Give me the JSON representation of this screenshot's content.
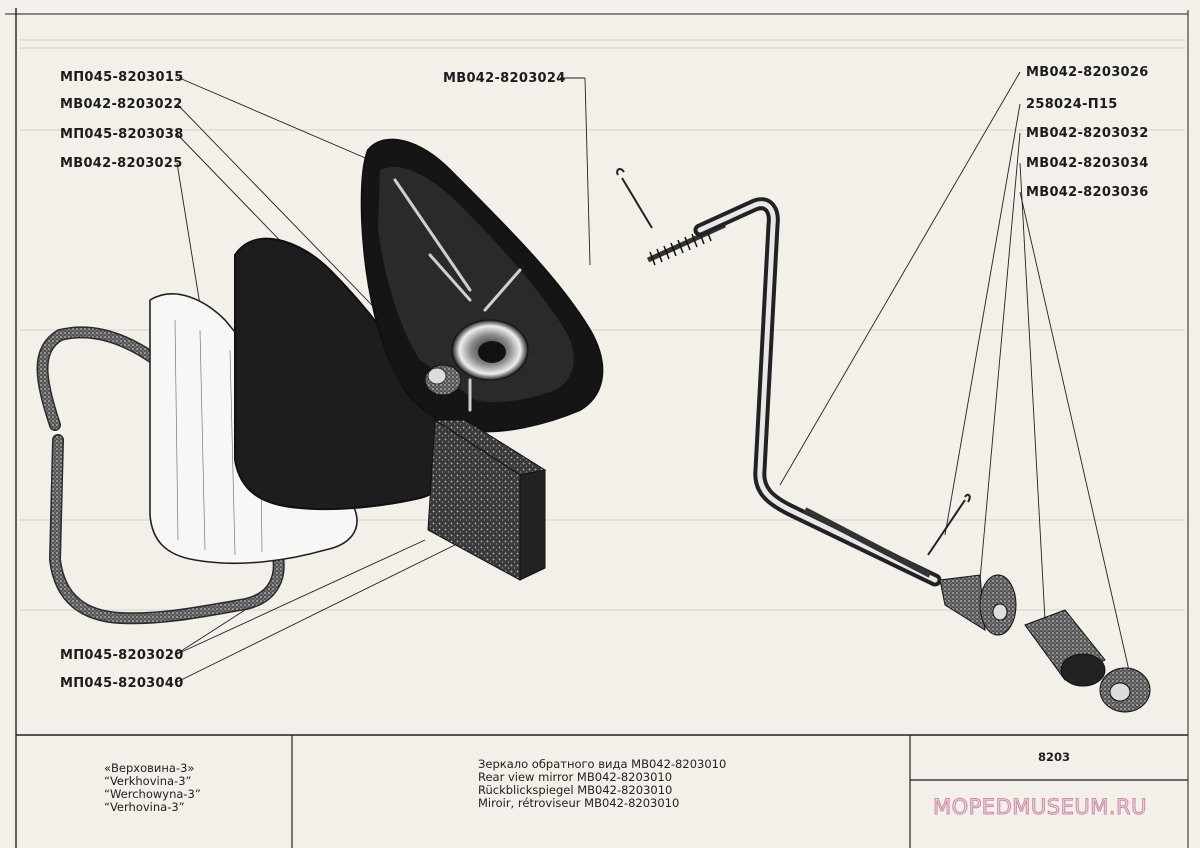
{
  "labels_left": [
    {
      "id": "p1",
      "text": "МП045-8203015"
    },
    {
      "id": "p2",
      "text": "МВ042-8203022"
    },
    {
      "id": "p3",
      "text": "МП045-8203038"
    },
    {
      "id": "p4",
      "text": "МВ042-8203025"
    }
  ],
  "label_top": {
    "id": "p5",
    "text": "МВ042-8203024"
  },
  "labels_right": [
    {
      "id": "p6",
      "text": "МВ042-8203026"
    },
    {
      "id": "p7",
      "text": "258024-П15"
    },
    {
      "id": "p8",
      "text": "МВ042-8203032"
    },
    {
      "id": "p9",
      "text": "МВ042-8203034"
    },
    {
      "id": "p10",
      "text": "МВ042-8203036"
    }
  ],
  "labels_bottom_left": [
    {
      "id": "p11",
      "text": "МП045-8203020"
    },
    {
      "id": "p12",
      "text": "МП045-8203040"
    }
  ],
  "title_block": {
    "model_names": [
      "«Верховина-3»",
      "“Verkhovina-3”",
      "“Werchowyna-3”",
      "“Verhovina-3”"
    ],
    "titles": [
      "Зеркало обратного вида МВ042-8203010",
      "Rear view mirror МВ042-8203010",
      "Rückblickspiegel МВ042-8203010",
      "Miroir, rétroviseur МВ042-8203010"
    ],
    "sheet_number": "8203"
  },
  "watermark": "MOPEDMUSEUM.RU",
  "colors": {
    "paper": "#f3efe9",
    "ink": "#1c1c1c",
    "watermark_fill": "#f0d5e1",
    "watermark_stroke": "#c98fa8"
  }
}
